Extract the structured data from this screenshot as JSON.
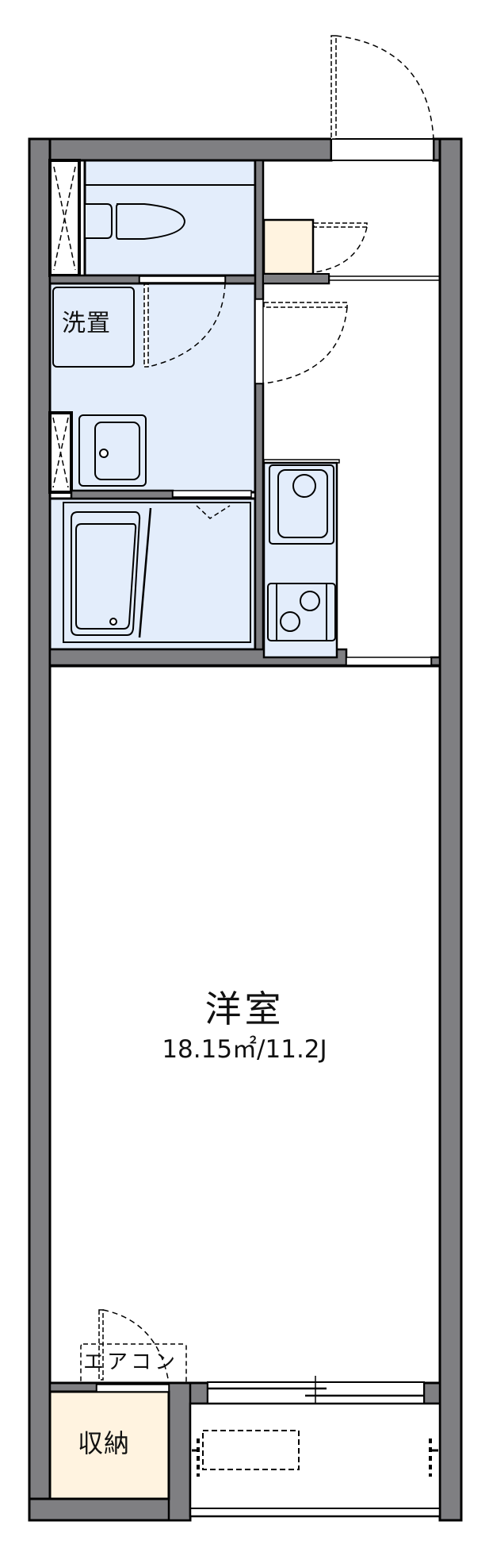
{
  "plan": {
    "title": "1K floor plan",
    "colors": {
      "wall_fill": "#7f7f82",
      "wall_stroke": "#000000",
      "wet_area": "#e3edfb",
      "storage": "#fff3e0",
      "floor": "#ffffff"
    }
  },
  "rooms": {
    "main": {
      "name": "洋室",
      "area": "18.15㎡/11.2J"
    },
    "washer": {
      "label": "洗置"
    },
    "storage": {
      "label": "収納"
    },
    "aircon": {
      "label": "エアコン"
    }
  },
  "fixtures": [
    {
      "id": "toilet",
      "icon": "toilet-icon"
    },
    {
      "id": "washbasin",
      "icon": "sink-icon"
    },
    {
      "id": "bathtub",
      "icon": "bathtub-icon"
    },
    {
      "id": "kitchen-sink",
      "icon": "sink-icon"
    },
    {
      "id": "stove",
      "icon": "stove-icon"
    },
    {
      "id": "shoe-cabinet",
      "icon": "cabinet-icon"
    },
    {
      "id": "pipe-shaft",
      "icon": "shaft-icon"
    },
    {
      "id": "outdoor-unit",
      "icon": "outdoor-unit-icon"
    }
  ]
}
